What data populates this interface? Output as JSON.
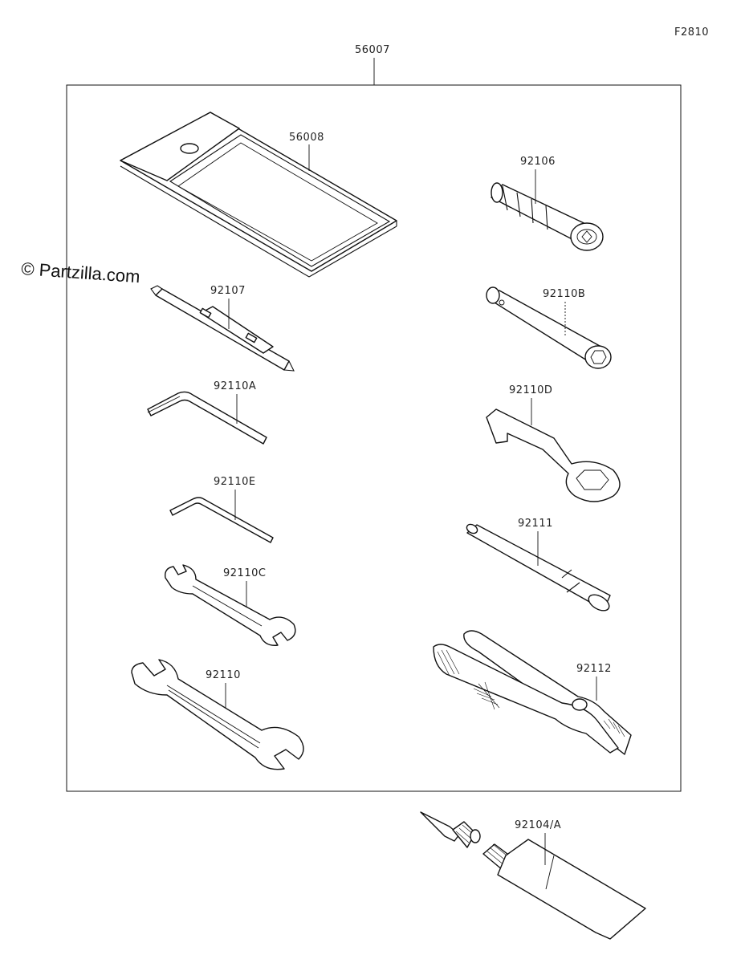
{
  "figure_code": "F2810",
  "watermark": "© Partzilla.com",
  "assembly_label": "56007",
  "parts": [
    {
      "id": "56008",
      "label": "56008",
      "icon": "tool-pouch-icon"
    },
    {
      "id": "92106",
      "label": "92106",
      "icon": "spark-plug-socket-icon"
    },
    {
      "id": "92107",
      "label": "92107",
      "icon": "screwdriver-icon"
    },
    {
      "id": "92110B",
      "label": "92110B",
      "icon": "box-wrench-tube-icon"
    },
    {
      "id": "92110A",
      "label": "92110A",
      "icon": "hex-key-large-icon"
    },
    {
      "id": "92110D",
      "label": "92110D",
      "icon": "ring-wrench-icon"
    },
    {
      "id": "92110E",
      "label": "92110E",
      "icon": "hex-key-small-icon"
    },
    {
      "id": "92111",
      "label": "92111",
      "icon": "extension-bar-icon"
    },
    {
      "id": "92110C",
      "label": "92110C",
      "icon": "open-wrench-small-icon"
    },
    {
      "id": "92110",
      "label": "92110",
      "icon": "open-wrench-large-icon"
    },
    {
      "id": "92112",
      "label": "92112",
      "icon": "pliers-icon"
    },
    {
      "id": "92104A",
      "label": "92104/A",
      "icon": "grease-tube-icon"
    }
  ]
}
